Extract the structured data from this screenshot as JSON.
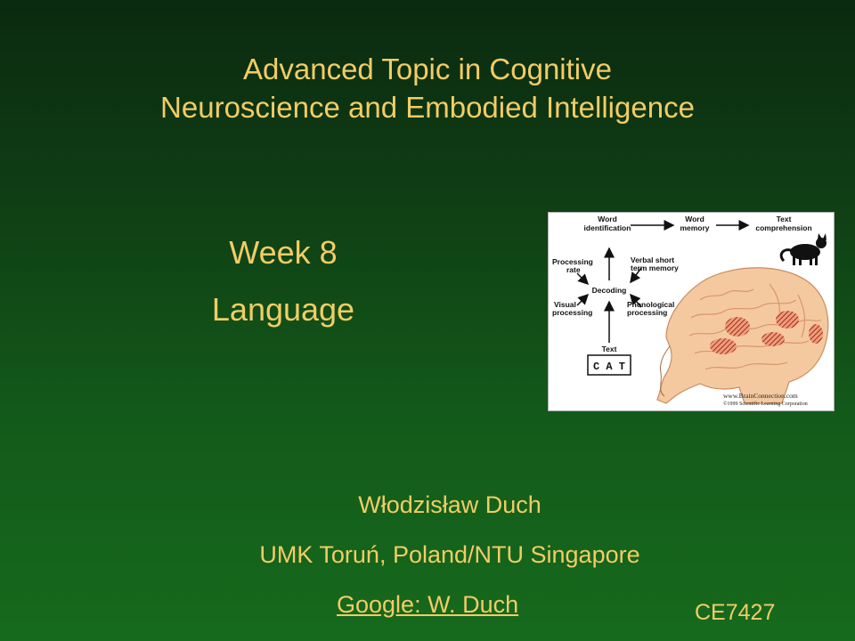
{
  "slide": {
    "title_line1": "Advanced Topic in Cognitive",
    "title_line2": "Neuroscience and Embodied Intelligence",
    "week": "Week 8",
    "topic": "Language",
    "author": "Włodzisław Duch",
    "affiliation": "UMK Toruń, Poland/NTU Singapore",
    "link_text": "Google: W. Duch",
    "course_code": "CE7427"
  },
  "figure": {
    "word_identification_1": "Word",
    "word_identification_2": "identification",
    "word_memory_1": "Word",
    "word_memory_2": "memory",
    "text_comprehension_1": "Text",
    "text_comprehension_2": "comprehension",
    "processing_rate_1": "Processing",
    "processing_rate_2": "rate",
    "verbal_stm_1": "Verbal short",
    "verbal_stm_2": "term memory",
    "decoding": "Decoding",
    "visual_processing_1": "Visual",
    "visual_processing_2": "processing",
    "phonological_processing_1": "Phonological",
    "phonological_processing_2": "processing",
    "text_label": "Text",
    "cat_word": "C A T",
    "credit_line1": "www.BrainConnection.com",
    "credit_line2": "©1999 Scientific Learning Corporation"
  },
  "colors": {
    "text_gold": "#f2cc66",
    "background_top": "#0b2a10",
    "background_bottom": "#166a1d",
    "brain_fill": "#f4c69a",
    "brain_highlight": "#c0392b"
  }
}
